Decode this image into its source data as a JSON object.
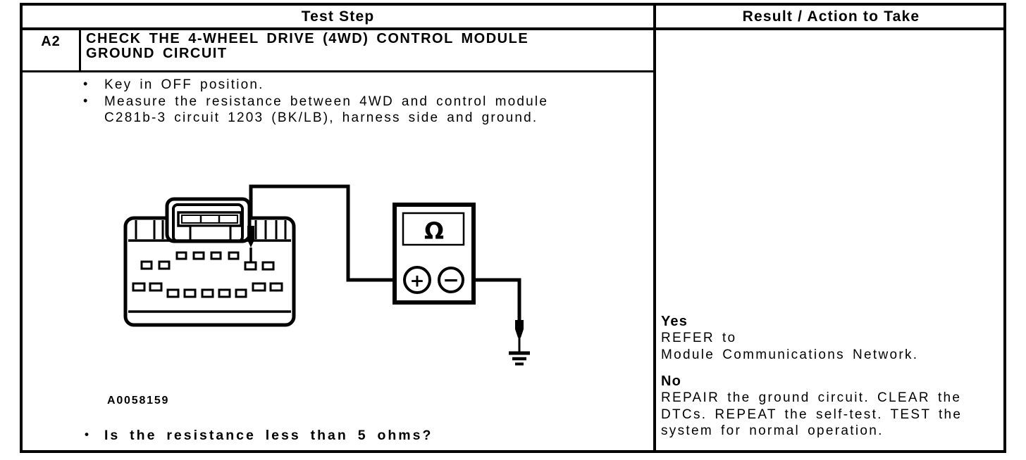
{
  "colors": {
    "ink": "#000000",
    "paper": "#ffffff"
  },
  "table": {
    "headers": {
      "test_step": "Test Step",
      "result_action": "Result / Action to Take"
    },
    "step": {
      "id": "A2",
      "title": "CHECK THE 4-WHEEL DRIVE (4WD) CONTROL MODULE GROUND CIRCUIT",
      "instructions": [
        "Key in OFF position.",
        "Measure the resistance between 4WD and control module C281b-3 circuit 1203 (BK/LB), harness side and ground."
      ],
      "figure": {
        "label": "A0058159",
        "meter_symbol": "Ω",
        "positive_terminal": "+",
        "negative_terminal": "−"
      },
      "question": "Is the resistance less than 5 ohms?"
    },
    "results": [
      {
        "answer": "Yes",
        "action_lines": [
          "REFER to",
          "Module Communications Network."
        ]
      },
      {
        "answer": "No",
        "action_lines": [
          "REPAIR the ground circuit. CLEAR the DTCs. REPEAT the self-test. TEST the system for normal operation."
        ]
      }
    ]
  }
}
